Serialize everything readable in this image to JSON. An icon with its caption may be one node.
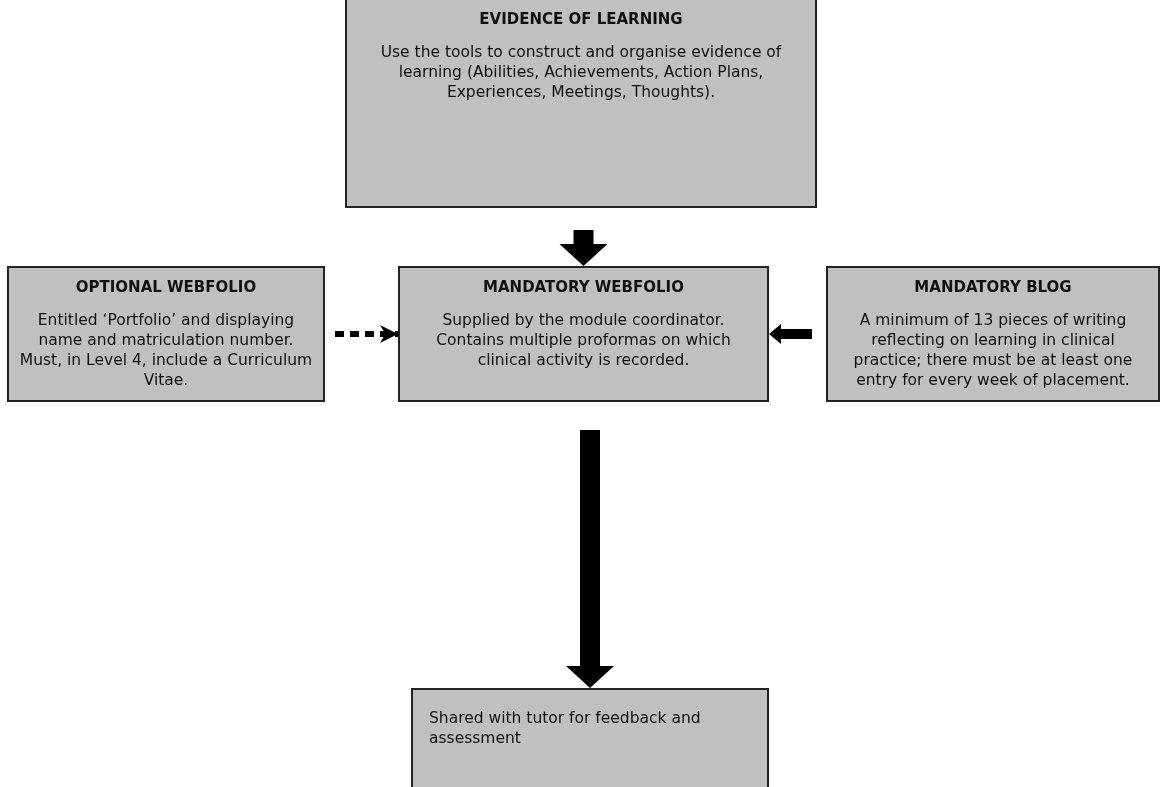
{
  "diagram": {
    "nodes": [
      {
        "text": [
          "EVIDENCE OF LEARNING",
          "Use the tools to construct and organise evidence of learning (Abilities, Achievements, Action Plans, Experiences, Meetings, Thoughts)."
        ]
      },
      {
        "text": [
          "OPTIONAL WEBFOLIO",
          "Entitled ‘Portfolio’ and displaying name and matriculation number. Must, in Level 4, include a Curriculum Vitae."
        ]
      },
      {
        "text": [
          "MANDATORY WEBFOLIO",
          "Supplied by the module coordinator. Contains multiple proformas on which clinical activity is recorded."
        ]
      },
      {
        "text": [
          "MANDATORY BLOG",
          "A minimum of 13 pieces of writing reflecting on learning in clinical practice; there must be at least one entry for every week of placement."
        ]
      },
      {
        "text": [
          "Shared with tutor for feedback and assessment"
        ]
      }
    ],
    "edges": [
      {
        "from": 0,
        "to": 2,
        "arrow": "to",
        "style": "thick"
      },
      {
        "from": 1,
        "to": 2,
        "arrow": "to",
        "style": "dashed"
      },
      {
        "from": 3,
        "to": 2,
        "arrow": "to"
      },
      {
        "from": 2,
        "to": 4,
        "arrow": "to",
        "style": "thick"
      }
    ]
  }
}
